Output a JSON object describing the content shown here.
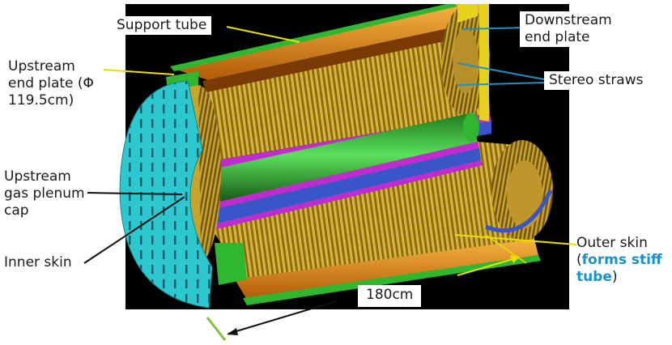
{
  "labels": {
    "support_tube": "Support tube",
    "downstream_line1": "Downstream",
    "downstream_line2": "end plate",
    "upstream_plate_line1": "Upstream",
    "upstream_plate_line2": "end plate (Φ",
    "upstream_plate_line3": "119.5cm)",
    "stereo_straws": "Stereo straws",
    "plenum_line1": "Upstream",
    "plenum_line2": "gas plenum",
    "plenum_line3": "cap",
    "inner_skin": "Inner skin",
    "outer_skin_line1": "Outer skin",
    "outer_skin_open": "(",
    "outer_skin_accent1": "forms stiff",
    "outer_skin_accent2": "tube",
    "outer_skin_close": ")",
    "length": "180cm"
  },
  "colors": {
    "background_panel": "#000000",
    "end_plate": "#27c6cf",
    "support_tube": "#f29a1f",
    "straws": "#c8a52a",
    "inner_tube": "#2fb82f",
    "stereo_layer": "#c02bd0",
    "axial_layer": "#3a55c8",
    "leader_yellow": "#e8e000",
    "leader_blue": "#1e90c8",
    "leader_black": "#111111",
    "label_accent": "#1e90c8"
  }
}
